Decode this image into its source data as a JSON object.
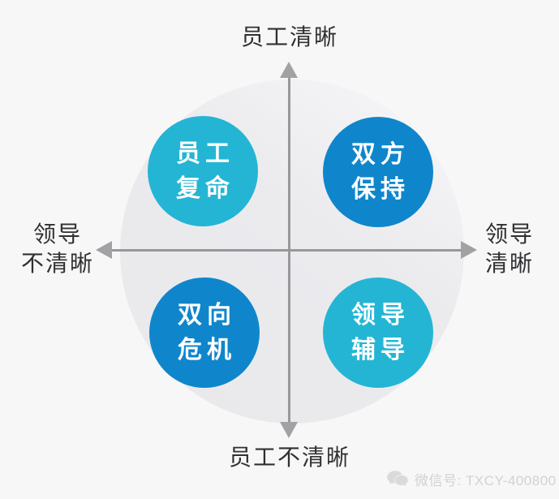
{
  "diagram": {
    "type": "2x2-quadrant-matrix",
    "axes": {
      "axis_color": "#98989b",
      "vertical": {
        "top_label": "员工清晰",
        "bottom_label": "员工不清晰"
      },
      "horizontal": {
        "left_label_line1": "领导",
        "left_label_line2": "不清晰",
        "right_label_line1": "领导",
        "right_label_line2": "清晰"
      }
    },
    "quadrants": [
      {
        "position": "top-left",
        "line1": "员工",
        "line2": "复命",
        "color": "#24b5d4"
      },
      {
        "position": "top-right",
        "line1": "双方",
        "line2": "保持",
        "color": "#0f86cc"
      },
      {
        "position": "bottom-left",
        "line1": "双向",
        "line2": "危机",
        "color": "#0f86cc"
      },
      {
        "position": "bottom-right",
        "line1": "领导",
        "line2": "辅导",
        "color": "#24b5d4"
      }
    ],
    "backdrop_circle_color": "#ebebee",
    "page_background": "#f7f7f8"
  },
  "watermark": {
    "icon": "wechat-icon",
    "text": "微信号: TXCY-400800",
    "color": "#d2d2d4"
  }
}
